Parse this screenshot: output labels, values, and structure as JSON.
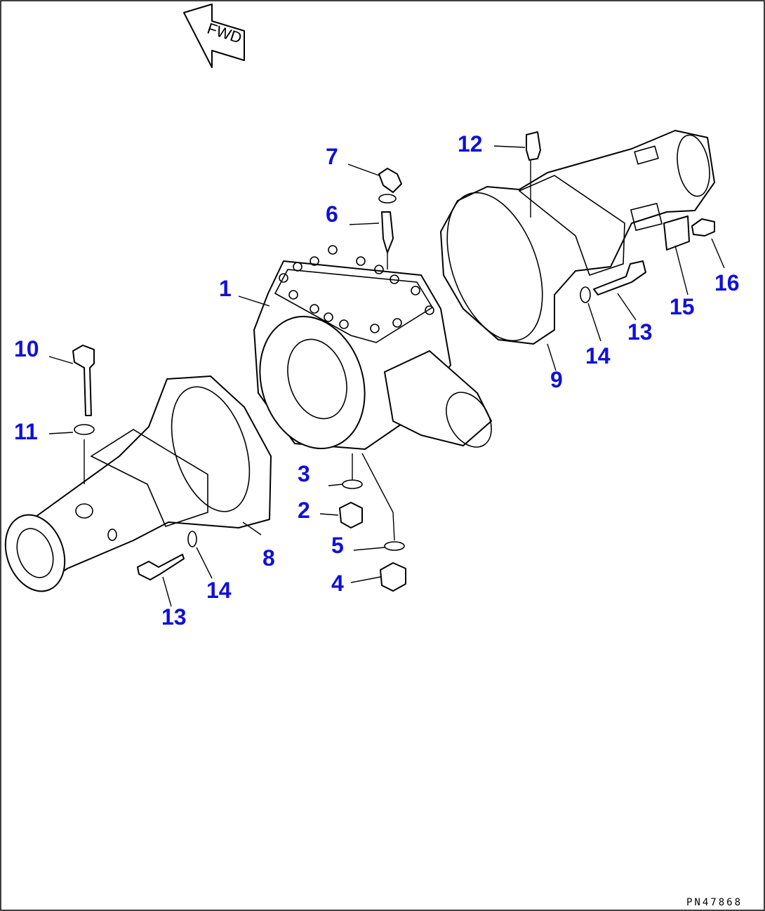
{
  "direction_arrow": {
    "label": "FWD"
  },
  "drawing_number": "PN47868",
  "callouts": [
    "1",
    "2",
    "3",
    "4",
    "5",
    "6",
    "7",
    "8",
    "9",
    "10",
    "11",
    "12",
    "13",
    "13",
    "14",
    "14",
    "15",
    "16"
  ]
}
